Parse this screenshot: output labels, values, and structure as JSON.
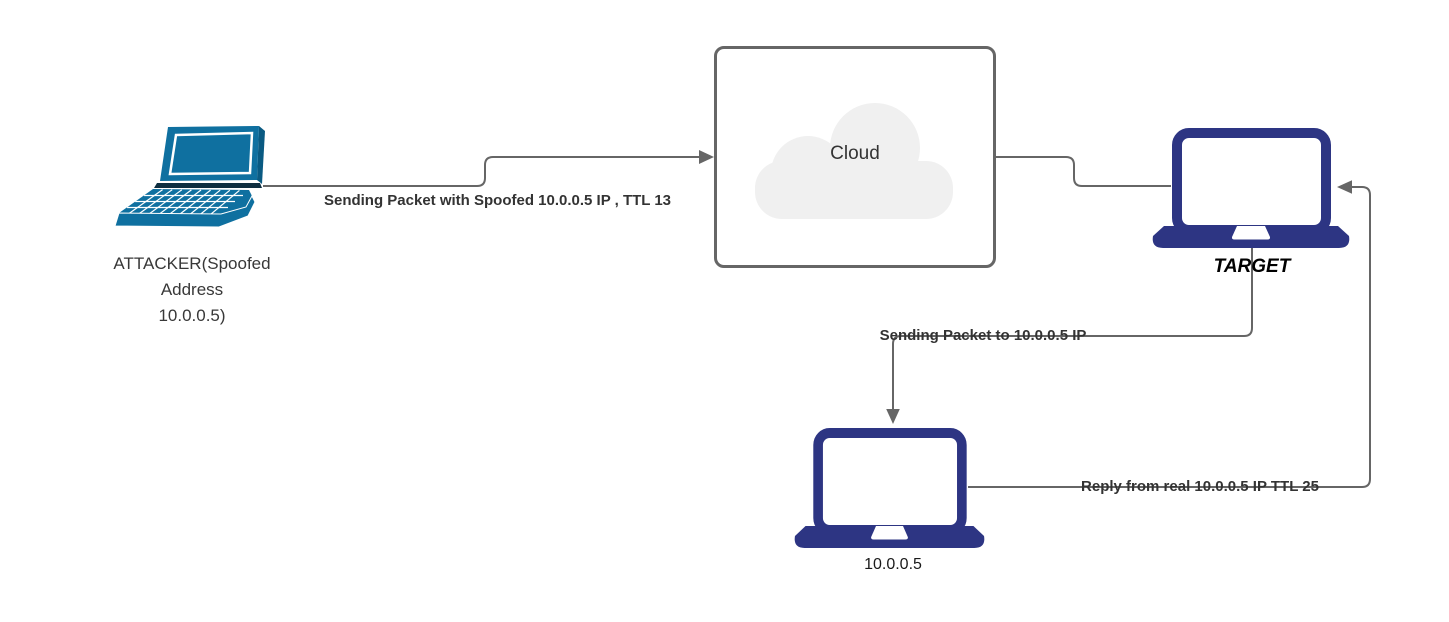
{
  "diagram_type": "network-attack-flow-diagram",
  "colors": {
    "background": "#ffffff",
    "connector": "#666666",
    "cloud_box_border": "#666666",
    "cloud_fill": "#f0f0f0",
    "attacker_laptop": "#0f70a0",
    "navy_laptop": "#2d3583",
    "edge_label_text": "#333333",
    "node_label_text": "#000000"
  },
  "nodes": {
    "attacker": {
      "icon": "perspective-laptop-icon",
      "label_lines": [
        "ATTACKER(Spoofed",
        "Address",
        "10.0.0.5)"
      ]
    },
    "cloud": {
      "icon": "cloud-icon",
      "label": "Cloud"
    },
    "target": {
      "icon": "laptop-icon",
      "label": "TARGET"
    },
    "real_host": {
      "icon": "laptop-icon",
      "label": "10.0.0.5"
    }
  },
  "edges": {
    "attacker_to_cloud": {
      "label": "Sending Packet with Spoofed 10.0.0.5 IP , TTL 13",
      "arrow": "right"
    },
    "cloud_to_target": {
      "label": "",
      "arrow": "none"
    },
    "target_to_real": {
      "label": "Sending Packet to 10.0.0.5 IP",
      "arrow": "down"
    },
    "real_to_target": {
      "label": "Reply from real 10.0.0.5 IP TTL 25",
      "arrow": "left"
    }
  }
}
